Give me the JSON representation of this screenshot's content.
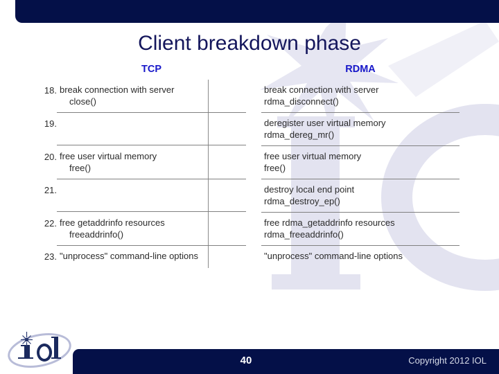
{
  "slide": {
    "title": "Client breakdown phase",
    "columns": {
      "left_header": "TCP",
      "right_header": "RDMA"
    },
    "rows": [
      {
        "number": "18.",
        "tcp_line1": "break connection with server",
        "tcp_line2": "close()",
        "rdma_line1": "break connection with server",
        "rdma_line2": "rdma_disconnect()"
      },
      {
        "number": "19.",
        "tcp_line1": "",
        "tcp_line2": "",
        "rdma_line1": "deregister user virtual memory",
        "rdma_line2": "rdma_dereg_mr()"
      },
      {
        "number": "20.",
        "tcp_line1": "free user virtual memory",
        "tcp_line2": "free()",
        "rdma_line1": "free user virtual memory",
        "rdma_line2": "free()"
      },
      {
        "number": "21.",
        "tcp_line1": "",
        "tcp_line2": "",
        "rdma_line1": "destroy local end point",
        "rdma_line2": "rdma_destroy_ep()"
      },
      {
        "number": "22.",
        "tcp_line1": "free getaddrinfo resources",
        "tcp_line2": "freeaddrinfo()",
        "rdma_line1": "free rdma_getaddrinfo resources",
        "rdma_line2": "rdma_freeaddrinfo()"
      },
      {
        "number": "23.",
        "tcp_line1": "\"unprocess\" command-line options",
        "tcp_line2": "",
        "rdma_line1": "\"unprocess\" command-line options",
        "rdma_line2": ""
      }
    ],
    "footer": {
      "page_number": "40",
      "copyright": "Copyright 2012 IOL",
      "logo_text": "iol"
    },
    "colors": {
      "banner": "#041048",
      "title_text": "#14165c",
      "header_text": "#1717c9",
      "body_text": "#2b2b2b",
      "rule": "#808080",
      "watermark": "#e2e2ef"
    }
  }
}
